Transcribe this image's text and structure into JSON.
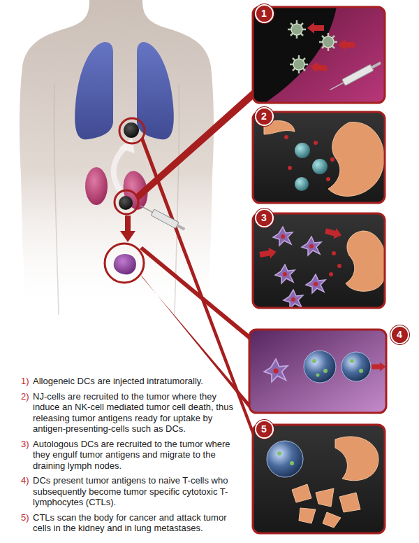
{
  "diagram": {
    "nodes": [
      {
        "text": [
          "1"
        ]
      },
      {
        "text": [
          "2"
        ]
      },
      {
        "text": [
          "3"
        ]
      },
      {
        "text": [
          "4"
        ]
      },
      {
        "text": [
          "5"
        ]
      }
    ],
    "labels": [
      "1)",
      "Allogeneic DCs are injected intratumorally.",
      "2)",
      "NJ-cells are recruited to the tumor where they induce an NK-cell mediated tumor cell death, thus releasing tumor antigens ready for uptake by antigen-presenting-cells such as DCs.",
      "3)",
      "Autologous DCs are recruited to the tumor where they engulf tumor antigens and migrate to the draining lymph nodes.",
      "4)",
      "DCs present tumor antigens to naive T-cells who subsequently become tumor specific cytotoxic T-lymphocytes (CTLs).",
      "5)",
      "CTLs scan the body for cancer and attack tumor cells in the kidney and in lung metastases."
    ]
  }
}
